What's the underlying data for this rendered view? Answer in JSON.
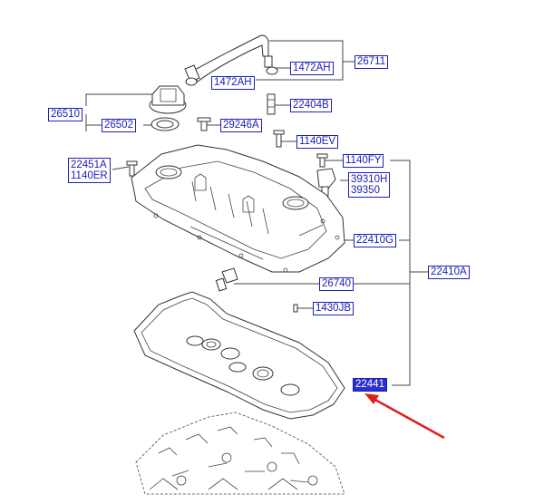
{
  "diagram": {
    "colors": {
      "label_text": "#1d20b8",
      "label_border": "#1d20b8",
      "highlight_fill": "#2a2fd6",
      "arrow": "#e02020",
      "line": "#444444"
    },
    "labels": {
      "p26711": "26711",
      "p1472AH_a": "1472AH",
      "p1472AH_b": "1472AH",
      "p22404B": "22404B",
      "p26510": "26510",
      "p26502": "26502",
      "p29246A": "29246A",
      "p1140EV": "1140EV",
      "p22451A": "22451A",
      "p1140ER": "1140ER",
      "p1140FY": "1140FY",
      "p39310H": "39310H",
      "p39350": "39350",
      "p22410G": "22410G",
      "p22410A": "22410A",
      "p26740": "26740",
      "p1430JB": "1430JB",
      "p22441": "22441"
    }
  }
}
